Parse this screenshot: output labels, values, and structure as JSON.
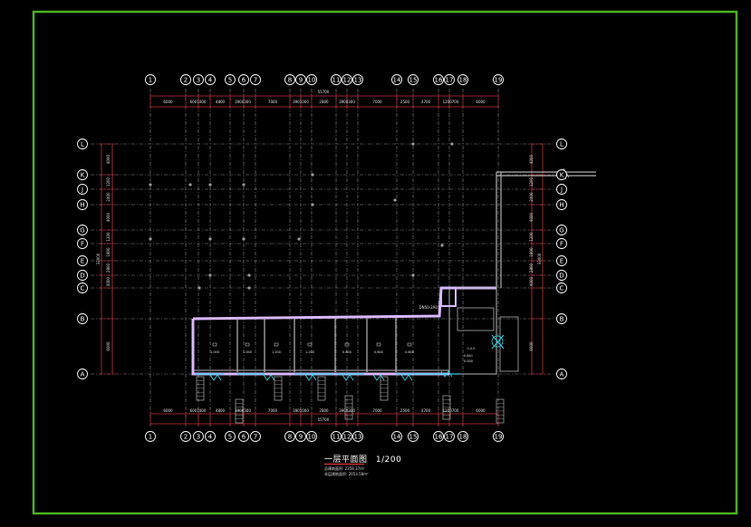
{
  "colors": {
    "background": "#000000",
    "frame": "#4bb21f",
    "axis_line": "#c8323c",
    "grid_line": "#8a8a8a",
    "bubble": "#ffffff",
    "dimension_text": "#e0e0e0",
    "wall": "#d9b8ff",
    "wall_outline": "#b7b7b7",
    "stair": "#b0b0b0",
    "fixtures": "#2ed3e6",
    "title_underline": "#ff3b3b"
  },
  "axes": {
    "columns": [
      "1",
      "2",
      "3",
      "4",
      "5",
      "6",
      "7",
      "8",
      "9",
      "10",
      "11",
      "12",
      "13",
      "14",
      "15",
      "16",
      "17",
      "18",
      "19"
    ],
    "rows": [
      "L",
      "K",
      "J",
      "H",
      "G",
      "F",
      "E",
      "D",
      "C",
      "B",
      "A"
    ]
  },
  "dimensions": {
    "top_total": "55700",
    "top_segments": [
      "6000",
      "6001000",
      "4800",
      "3900300",
      "7000",
      "3901000",
      "2800",
      "3900300",
      "7000",
      "2500",
      "4700",
      "1200700",
      "6000"
    ],
    "bottom_total": "55700",
    "bottom_segments": [
      "6000",
      "6001000",
      "4800",
      "3900300",
      "7000",
      "3901000",
      "2800",
      "3900300",
      "7000",
      "2500",
      "4700",
      "1200700",
      "6000"
    ],
    "left_total": "33000",
    "left_segments": [
      "4000",
      "1200",
      "2400",
      "4000",
      "1200",
      "1800",
      "2800",
      "4000",
      "6000"
    ],
    "right_total": "33000",
    "right_segments": [
      "4000",
      "1200",
      "2400",
      "4000",
      "1200",
      "1800",
      "2800",
      "4000",
      "6000"
    ]
  },
  "rooms": [
    "1.000",
    "1.000",
    "1.200",
    "1.200",
    "0.800",
    "0.800",
    "0.800"
  ],
  "labels": {
    "core_note": "DN50-2A01",
    "core_label": "0.0.0",
    "core_elev": "-0.000",
    "core_elev_bottom": "0.000"
  },
  "title_block": {
    "title": "一层平面图",
    "scale": "1/200",
    "note_line1": "总建筑面积: 2358.37m²",
    "note_line2": "本层建筑面积: 2053.58m²"
  }
}
